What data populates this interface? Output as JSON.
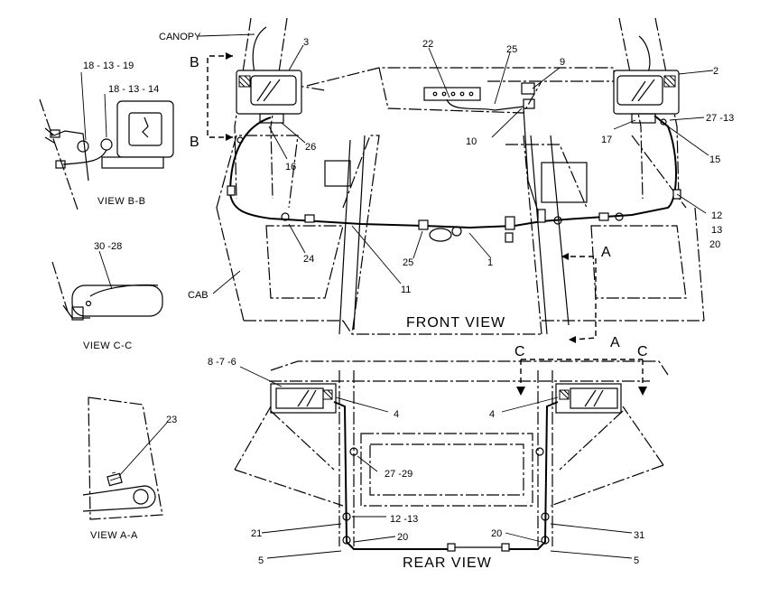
{
  "labels": {
    "canopy": "CANOPY",
    "cab": "CAB",
    "p3": "3",
    "p2": "2",
    "p22": "22",
    "p25a": "25",
    "p9": "9",
    "p27_13a": "27 -13",
    "p26": "26",
    "p16": "16",
    "p17": "17",
    "p15": "15",
    "p10": "10",
    "p12a": "12",
    "p13a": "13",
    "p20a": "20",
    "p24": "24",
    "p25b": "25",
    "p1": "1",
    "p11": "11",
    "b_top": "B",
    "b_bottom": "B",
    "a_top": "A",
    "a_bottom": "A",
    "c_left": "C",
    "c_right": "C",
    "p18_13_19": "18 - 13 - 19",
    "p18_13_14": "18 - 13 - 14",
    "p30_28": "30 -28",
    "p23": "23",
    "p8_7_6": "8 -7 -6",
    "p4a": "4",
    "p4b": "4",
    "p27_29": "27 -29",
    "p12_13": "12 -13",
    "p21": "21",
    "p20b": "20",
    "p20c": "20",
    "p31": "31",
    "p5a": "5",
    "p5b": "5"
  },
  "titles": {
    "front": "FRONT VIEW",
    "rear": "REAR VIEW",
    "view_bb": "VIEW B-B",
    "view_cc": "VIEW C-C",
    "view_aa": "VIEW A-A"
  }
}
